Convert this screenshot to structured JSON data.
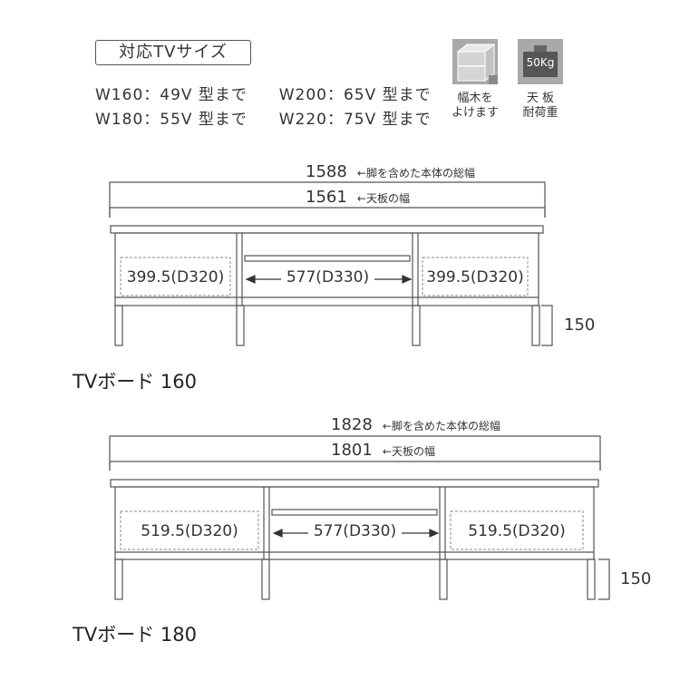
{
  "tv_sizes": {
    "title": "対応TVサイズ",
    "row1": [
      "W160：49V 型まで",
      "W200：65V 型まで"
    ],
    "row2": [
      "W180：55V 型まで",
      "W220：75V 型まで"
    ]
  },
  "icons": [
    {
      "name": "baseboard-icon",
      "caption": [
        "幅木を",
        "よけます"
      ]
    },
    {
      "name": "weight-icon",
      "label": "50Kg",
      "caption": [
        "天 板",
        "耐荷重"
      ]
    }
  ],
  "colors": {
    "line": "#555555",
    "dash": "#888888",
    "icon_gray": "#a9a9a9"
  },
  "boards": [
    {
      "title": "TVボード 160",
      "total_width": "1588",
      "total_note": "←脚を含めた本体の総幅",
      "top_width": "1561",
      "top_note": "←天板の幅",
      "left_cell": "399.5(D320)",
      "center_cell": "577(D330)",
      "right_cell": "399.5(D320)",
      "leg_height": "150"
    },
    {
      "title": "TVボード 180",
      "total_width": "1828",
      "total_note": "←脚を含めた本体の総幅",
      "top_width": "1801",
      "top_note": "←天板の幅",
      "left_cell": "519.5(D320)",
      "center_cell": "577(D330)",
      "right_cell": "519.5(D320)",
      "leg_height": "150"
    }
  ]
}
